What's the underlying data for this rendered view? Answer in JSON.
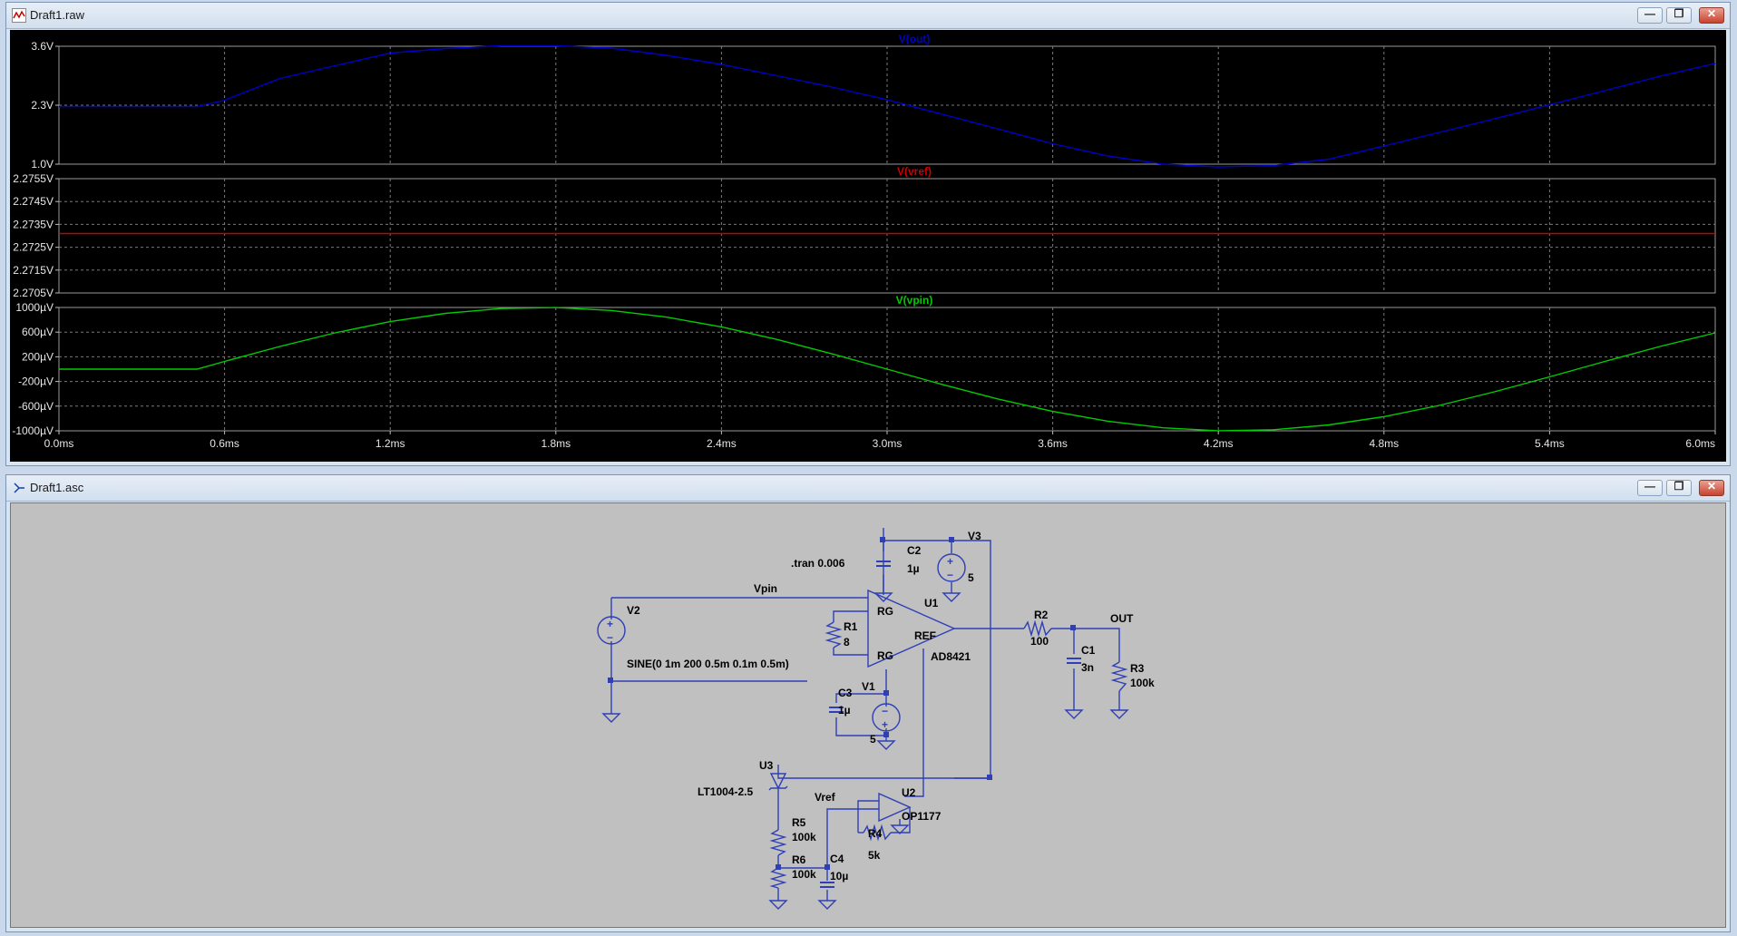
{
  "plot_window": {
    "title": "Draft1.raw",
    "buttons": {
      "minimize": "—",
      "restore": "❐",
      "close": "✕"
    }
  },
  "schematic_window": {
    "title": "Draft1.asc",
    "buttons": {
      "minimize": "—",
      "restore": "❐",
      "close": "✕"
    }
  },
  "chart_data": [
    {
      "type": "line",
      "title": "V(out)",
      "color": "#0000cc",
      "x_ticks": [
        "0.0ms",
        "0.6ms",
        "1.2ms",
        "1.8ms",
        "2.4ms",
        "3.0ms",
        "3.6ms",
        "4.2ms",
        "4.8ms",
        "5.4ms",
        "6.0ms"
      ],
      "y_tick_labels": [
        "3.6V",
        "2.3V",
        "1.0V"
      ],
      "ylim": [
        1.0,
        3.6
      ],
      "xlim": [
        0,
        6
      ],
      "grid": true,
      "series": [
        {
          "name": "V(out)",
          "x": [
            0,
            0.5,
            0.6,
            0.8,
            1.0,
            1.2,
            1.4,
            1.6,
            1.8,
            2.0,
            2.2,
            2.4,
            2.6,
            2.8,
            3.0,
            3.2,
            3.4,
            3.6,
            3.8,
            4.0,
            4.2,
            4.4,
            4.6,
            4.8,
            5.0,
            5.2,
            5.4,
            5.6,
            5.8,
            6.0
          ],
          "y": [
            2.27,
            2.27,
            2.41,
            2.89,
            3.17,
            3.45,
            3.55,
            3.61,
            3.61,
            3.56,
            3.4,
            3.2,
            2.95,
            2.7,
            2.42,
            2.1,
            1.78,
            1.45,
            1.18,
            1.0,
            0.94,
            0.97,
            1.11,
            1.4,
            1.7,
            2.0,
            2.31,
            2.62,
            2.94,
            3.22
          ]
        }
      ]
    },
    {
      "type": "line",
      "title": "V(vref)",
      "color": "#cc0000",
      "x_ticks": [
        "0.0ms",
        "0.6ms",
        "1.2ms",
        "1.8ms",
        "2.4ms",
        "3.0ms",
        "3.6ms",
        "4.2ms",
        "4.8ms",
        "5.4ms",
        "6.0ms"
      ],
      "y_tick_labels": [
        "2.2755V",
        "2.2745V",
        "2.2735V",
        "2.2725V",
        "2.2715V",
        "2.2705V"
      ],
      "ylim": [
        2.2705,
        2.2755
      ],
      "xlim": [
        0,
        6
      ],
      "grid": true,
      "series": [
        {
          "name": "V(vref)",
          "x": [
            0,
            6
          ],
          "y": [
            2.2731,
            2.2731
          ]
        }
      ]
    },
    {
      "type": "line",
      "title": "V(vpin)",
      "color": "#00cc00",
      "x_ticks": [
        "0.0ms",
        "0.6ms",
        "1.2ms",
        "1.8ms",
        "2.4ms",
        "3.0ms",
        "3.6ms",
        "4.2ms",
        "4.8ms",
        "5.4ms",
        "6.0ms"
      ],
      "y_tick_labels": [
        "1000µV",
        "600µV",
        "200µV",
        "-200µV",
        "-600µV",
        "-1000µV"
      ],
      "ylim": [
        -1000,
        1000
      ],
      "xlim": [
        0,
        6
      ],
      "grid": true,
      "series": [
        {
          "name": "V(vpin)",
          "x": [
            0,
            0.5,
            0.6,
            0.8,
            1.0,
            1.2,
            1.4,
            1.6,
            1.8,
            2.0,
            2.2,
            2.4,
            2.6,
            2.8,
            3.0,
            3.2,
            3.4,
            3.6,
            3.8,
            4.0,
            4.2,
            4.4,
            4.6,
            4.8,
            5.0,
            5.2,
            5.4,
            5.6,
            5.8,
            6.0
          ],
          "y": [
            0,
            0,
            125,
            368,
            588,
            771,
            905,
            982,
            998,
            951,
            844,
            685,
            482,
            249,
            0,
            -249,
            -482,
            -685,
            -844,
            -951,
            -998,
            -982,
            -905,
            -771,
            -588,
            -368,
            -125,
            125,
            368,
            588
          ]
        }
      ]
    }
  ],
  "schematic": {
    "directive": ".tran 0.006",
    "net_labels": {
      "vpin": "Vpin",
      "out": "OUT",
      "vref": "Vref"
    },
    "components": {
      "V2": {
        "name": "V2",
        "value": "SINE(0 1m 200 0.5m 0.1m 0.5m)"
      },
      "V3": {
        "name": "V3",
        "value": "5"
      },
      "V1": {
        "name": "V1",
        "value": "5"
      },
      "C2": {
        "name": "C2",
        "value": "1µ"
      },
      "C3": {
        "name": "C3",
        "value": "1µ"
      },
      "R1": {
        "name": "R1",
        "value": "8"
      },
      "U1": {
        "name": "U1",
        "value": "AD8421",
        "pin_rg": "RG",
        "pin_ref": "REF"
      },
      "R2": {
        "name": "R2",
        "value": "100"
      },
      "C1": {
        "name": "C1",
        "value": "3n"
      },
      "R3": {
        "name": "R3",
        "value": "100k"
      },
      "U3": {
        "name": "U3",
        "value": "LT1004-2.5"
      },
      "U2": {
        "name": "U2",
        "value": "OP1177"
      },
      "R4": {
        "name": "R4",
        "value": "5k"
      },
      "R5": {
        "name": "R5",
        "value": "100k"
      },
      "R6": {
        "name": "R6",
        "value": "100k"
      },
      "C4": {
        "name": "C4",
        "value": "10µ"
      }
    }
  }
}
